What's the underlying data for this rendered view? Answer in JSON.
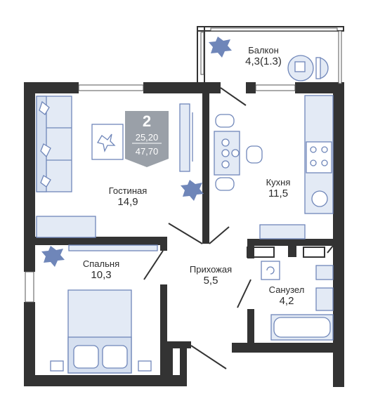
{
  "badge": {
    "rooms": "2",
    "living_area": "25,20",
    "total_area": "47,70"
  },
  "rooms": {
    "balcony": {
      "name": "Балкон",
      "area": "4,3(1.3)"
    },
    "living": {
      "name": "Гостиная",
      "area": "14,9"
    },
    "kitchen": {
      "name": "Кухня",
      "area": "11,5"
    },
    "bedroom": {
      "name": "Спальня",
      "area": "10,3"
    },
    "hall": {
      "name": "Прихожая",
      "area": "5,5"
    },
    "bathroom": {
      "name": "Санузел",
      "area": "4,2"
    }
  },
  "colors": {
    "wall": "#333333",
    "furniture": "#6f86b9",
    "fill": "#e3eaf5",
    "badge": "#9aa0a8",
    "text": "#2b2b2b"
  }
}
